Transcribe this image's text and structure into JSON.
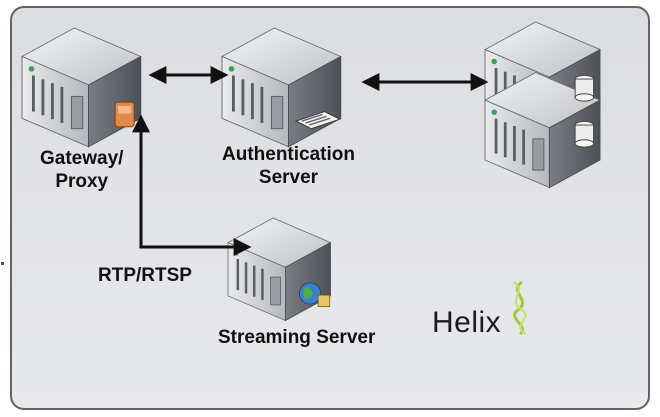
{
  "nodes": {
    "gateway": {
      "label_line1": "Gateway/",
      "label_line2": "Proxy",
      "icon": "server-with-firewall-icon"
    },
    "auth": {
      "label_line1": "Authentication",
      "label_line2": "Server",
      "icon": "server-with-keyboard-icon"
    },
    "database": {
      "icon": "database-server-stack-icon"
    },
    "streaming": {
      "label": "Streaming Server",
      "icon": "server-with-globe-icon"
    }
  },
  "edges": {
    "rtp_label": "RTP/RTSP"
  },
  "branding": {
    "logo_text": "Helix",
    "logo_mark": "dna-helix-icon"
  },
  "colors": {
    "panel": "#e3e4e7",
    "server_body": "#cfd0d4",
    "server_dark": "#5a5d63",
    "accent_led": "#3fa34d",
    "arrow": "#111111"
  }
}
